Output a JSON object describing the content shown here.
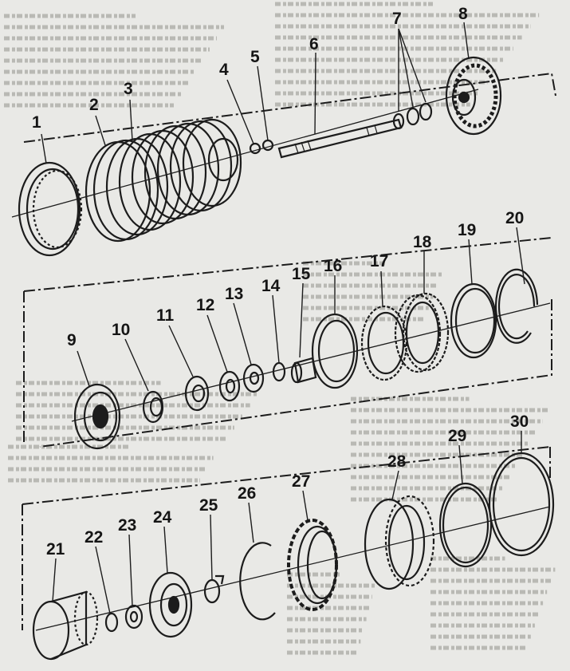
{
  "diagram": {
    "type": "exploded-assembly",
    "colors": {
      "ink": "#1c1c1c",
      "paper": "#e9e9e6",
      "ghost_text": "#b9b9b4"
    },
    "parts": [
      {
        "label": "1"
      },
      {
        "label": "2"
      },
      {
        "label": "3"
      },
      {
        "label": "4"
      },
      {
        "label": "5"
      },
      {
        "label": "6"
      },
      {
        "label": "7"
      },
      {
        "label": "8"
      },
      {
        "label": "9"
      },
      {
        "label": "10"
      },
      {
        "label": "11"
      },
      {
        "label": "12"
      },
      {
        "label": "13"
      },
      {
        "label": "14"
      },
      {
        "label": "15"
      },
      {
        "label": "16"
      },
      {
        "label": "17"
      },
      {
        "label": "18"
      },
      {
        "label": "19"
      },
      {
        "label": "20"
      },
      {
        "label": "21"
      },
      {
        "label": "22"
      },
      {
        "label": "23"
      },
      {
        "label": "24"
      },
      {
        "label": "25"
      },
      {
        "label": "26"
      },
      {
        "label": "27"
      },
      {
        "label": "28"
      },
      {
        "label": "29"
      },
      {
        "label": "30"
      }
    ]
  }
}
